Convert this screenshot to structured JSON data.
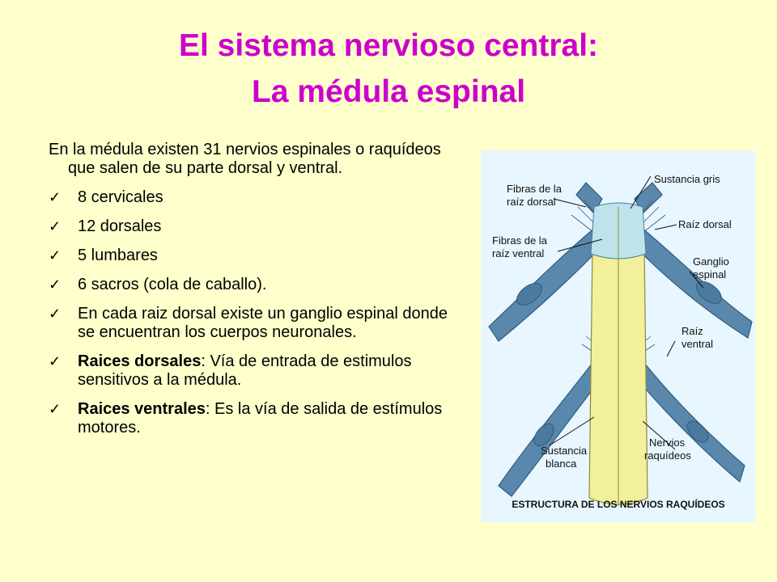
{
  "title": {
    "line1": "El sistema nervioso central:",
    "line2": "La médula espinal"
  },
  "intro": "En la médula existen 31 nervios espinales o raquídeos  que salen de su parte dorsal y ventral.",
  "items": [
    {
      "text": " 8 cervicales"
    },
    {
      "text": "12 dorsales"
    },
    {
      "text": "5 lumbares"
    },
    {
      "text": "6 sacros (cola de caballo)."
    },
    {
      "text": "En cada raiz dorsal existe un ganglio espinal donde se encuentran los cuerpos neuronales."
    },
    {
      "bold": "Raices dorsales",
      "text": ": Vía de entrada de estimulos sensitivos a la médula."
    },
    {
      "bold": "Raices ventrales",
      "text": ": Es la vía de salida de estímulos motores."
    }
  ],
  "figure": {
    "labels": {
      "fibras_dorsal_1": "Fibras de la",
      "fibras_dorsal_2": "raíz dorsal",
      "fibras_ventral_1": "Fibras de la",
      "fibras_ventral_2": "raíz ventral",
      "sustancia_gris": "Sustancia gris",
      "raiz_dorsal": "Raíz dorsal",
      "ganglio_1": "Ganglio",
      "ganglio_2": "espinal",
      "raiz_ventral_1": "Raíz",
      "raiz_ventral_2": "ventral",
      "sustancia_blanca_1": "Sustancia",
      "sustancia_blanca_2": "blanca",
      "nervios_1": "Nervios",
      "nervios_2": "raquídeos"
    },
    "caption": "ESTRUCTURA DE LOS NERVIOS RAQUÍDEOS"
  },
  "colors": {
    "background": "#ffffcc",
    "title": "#cc00cc",
    "figure_background": "#e8f6ff",
    "nerve": "#5a88ad",
    "white_matter": "#f2f09a"
  },
  "icons": {
    "bullet": "check-icon"
  }
}
